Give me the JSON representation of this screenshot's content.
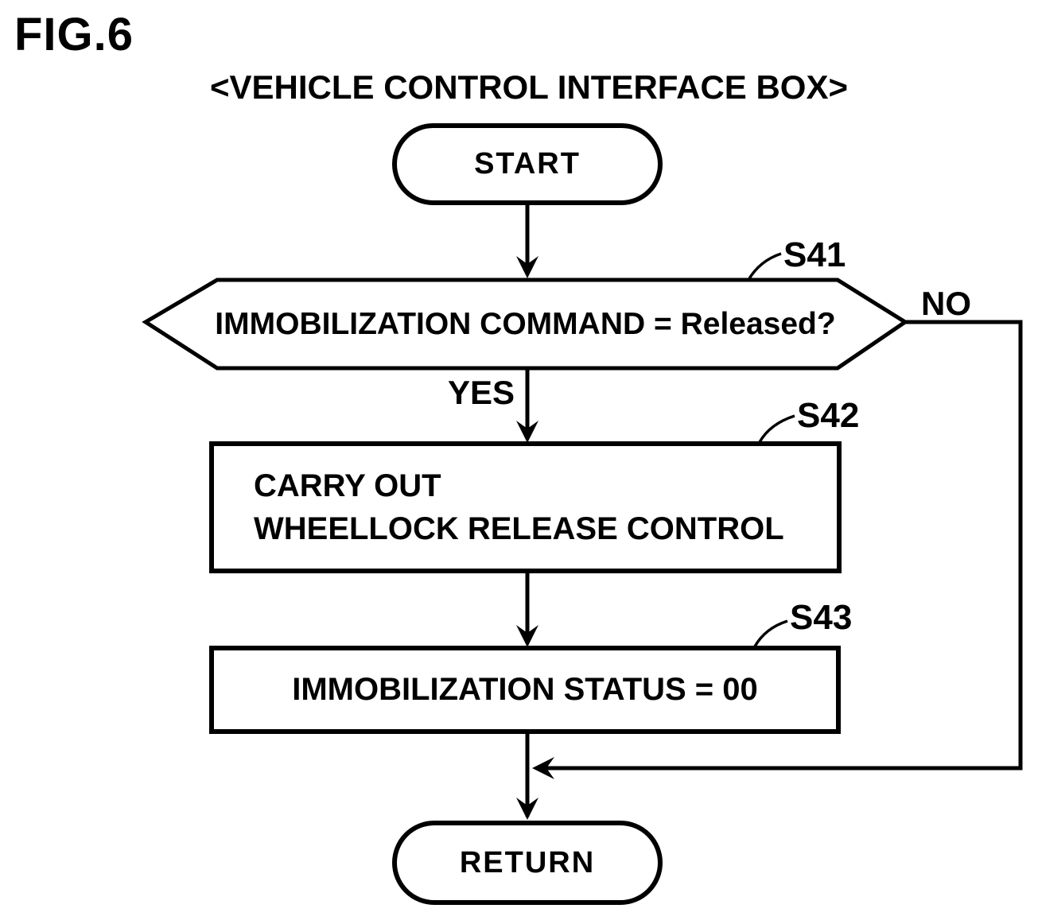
{
  "figure": {
    "label": "FIG.6",
    "title": "<VEHICLE CONTROL INTERFACE BOX>"
  },
  "flowchart": {
    "nodes": [
      {
        "id": "start",
        "type": "terminator",
        "text": "START"
      },
      {
        "id": "s41",
        "type": "decision",
        "step": "S41",
        "text": "IMMOBILIZATION COMMAND = Released?"
      },
      {
        "id": "s42",
        "type": "process",
        "step": "S42",
        "lines": [
          "CARRY OUT",
          "WHEELLOCK RELEASE CONTROL"
        ]
      },
      {
        "id": "s43",
        "type": "process",
        "step": "S43",
        "text": "IMMOBILIZATION STATUS = 00"
      },
      {
        "id": "return",
        "type": "terminator",
        "text": "RETURN"
      }
    ],
    "branches": {
      "yes": "YES",
      "no": "NO"
    }
  },
  "colors": {
    "ink": "#000000",
    "background": "#ffffff"
  }
}
